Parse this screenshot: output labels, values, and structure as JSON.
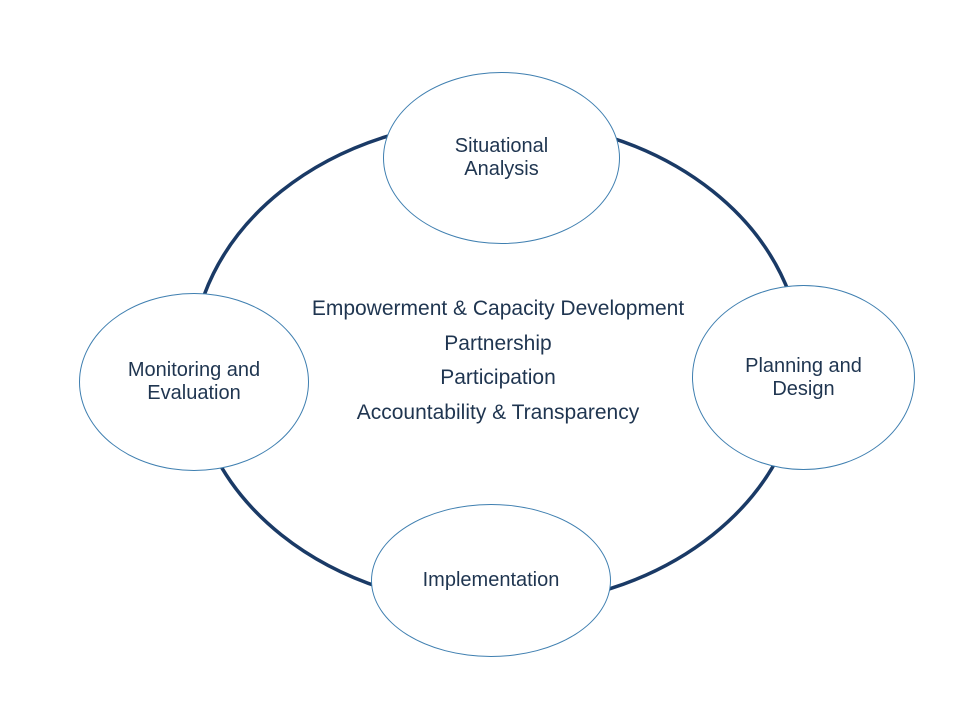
{
  "diagram": {
    "ring_color": "#1a3a66",
    "node_border_color": "#3f7fb0",
    "text_color": "#1f3550",
    "stages": [
      {
        "id": "situational",
        "label": "Situational\nAnalysis"
      },
      {
        "id": "planning",
        "label": "Planning and\nDesign"
      },
      {
        "id": "implementation",
        "label": "Implementation"
      },
      {
        "id": "monitoring",
        "label": "Monitoring and\nEvaluation"
      }
    ],
    "principles": [
      "Empowerment & Capacity Development",
      "Partnership",
      "Participation",
      "Accountability & Transparency"
    ]
  }
}
